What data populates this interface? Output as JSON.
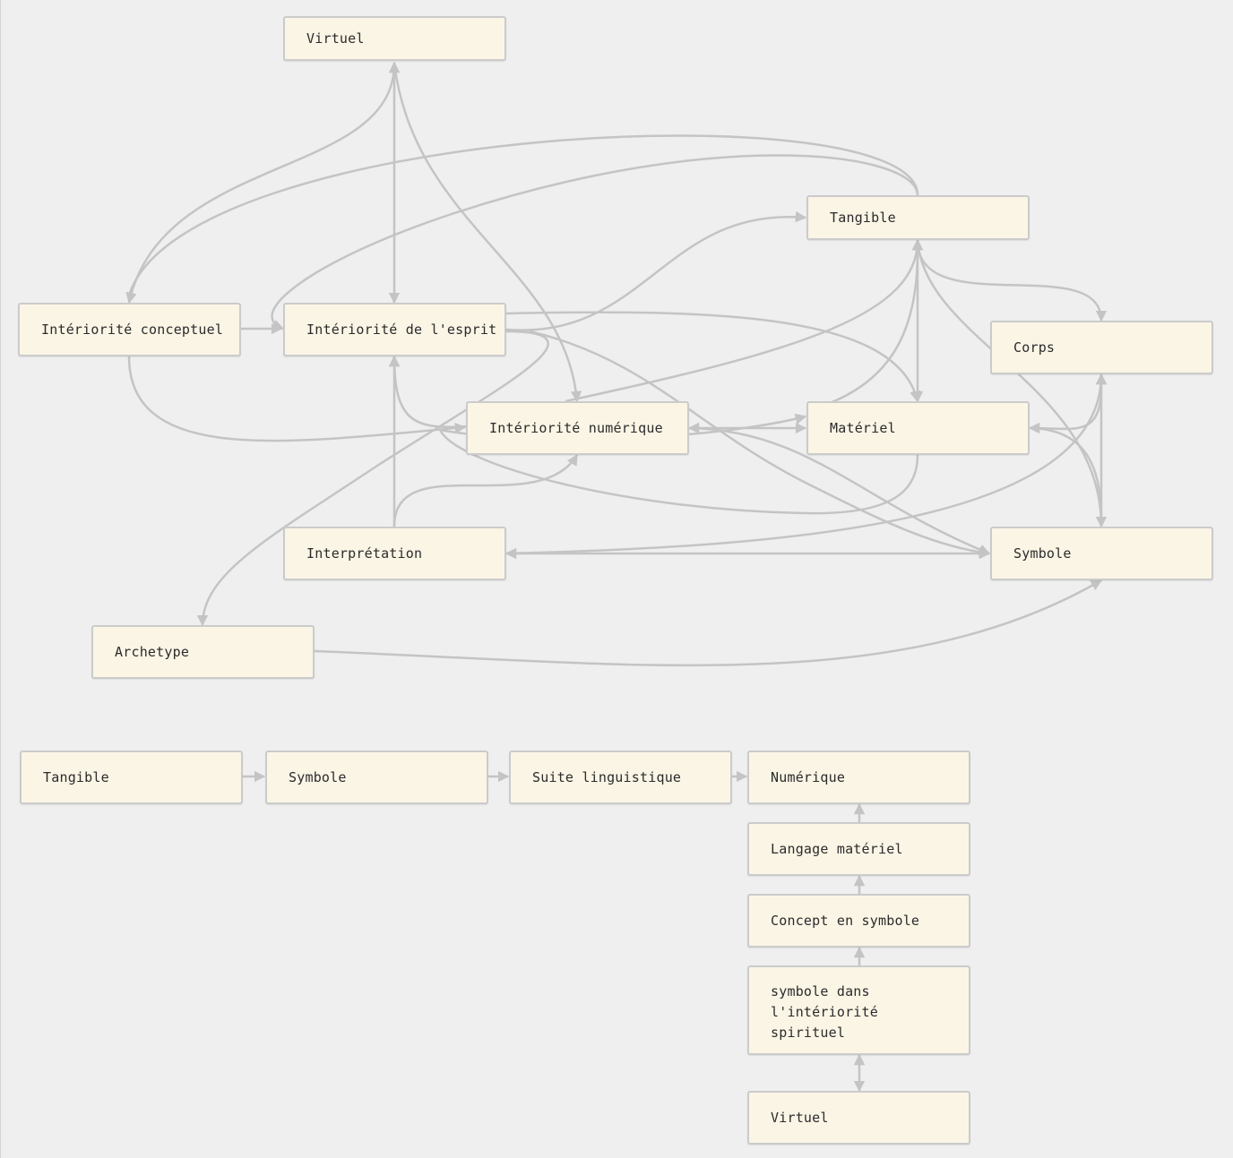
{
  "diagram": {
    "colors": {
      "background": "#efefef",
      "node_fill": "#fbf5e6",
      "node_border": "#cbcbcb",
      "edge": "#c4c4c4",
      "text": "#2b2b2b"
    },
    "nodes": {
      "virtuel": {
        "label": "Virtuel"
      },
      "tangible": {
        "label": "Tangible"
      },
      "int_conceptuel": {
        "label": "Intériorité conceptuel"
      },
      "int_esprit": {
        "label": "Intériorité de l'esprit"
      },
      "corps": {
        "label": "Corps"
      },
      "int_numerique": {
        "label": "Intériorité numérique"
      },
      "materiel": {
        "label": "Matériel"
      },
      "interpretation": {
        "label": "Interprétation"
      },
      "symbole": {
        "label": "Symbole"
      },
      "archetype": {
        "label": "Archetype"
      },
      "tangible2": {
        "label": "Tangible"
      },
      "symbole2": {
        "label": "Symbole"
      },
      "suite_ling": {
        "label": "Suite linguistique"
      },
      "numerique": {
        "label": "Numérique"
      },
      "langage_mat": {
        "label": "Langage matériel"
      },
      "concept_sym": {
        "label": "Concept en symbole"
      },
      "sym_interiorite": {
        "label": "symbole dans l'intériorité spirituel"
      },
      "virtuel2": {
        "label": "Virtuel"
      }
    },
    "edges": [
      {
        "from": "virtuel",
        "to": "int_esprit",
        "arrows": "both"
      },
      {
        "from": "virtuel",
        "to": "int_conceptuel",
        "arrows": "both"
      },
      {
        "from": "virtuel",
        "to": "int_numerique",
        "arrows": "end"
      },
      {
        "from": "tangible",
        "to": "int_conceptuel",
        "arrows": "end"
      },
      {
        "from": "tangible",
        "to": "int_esprit",
        "arrows": "end"
      },
      {
        "from": "int_conceptuel",
        "to": "int_esprit",
        "arrows": "end"
      },
      {
        "from": "int_conceptuel",
        "to": "int_numerique",
        "arrows": "end"
      },
      {
        "from": "int_esprit",
        "to": "tangible",
        "arrows": "end"
      },
      {
        "from": "int_esprit",
        "to": "materiel",
        "arrows": "end"
      },
      {
        "from": "int_esprit",
        "to": "archetype",
        "arrows": "end"
      },
      {
        "from": "int_esprit",
        "to": "symbole",
        "arrows": "end"
      },
      {
        "from": "int_numerique",
        "to": "int_esprit",
        "arrows": "end"
      },
      {
        "from": "int_numerique",
        "to": "tangible",
        "arrows": "end"
      },
      {
        "from": "int_numerique",
        "to": "materiel",
        "arrows": "both"
      },
      {
        "from": "int_numerique",
        "to": "symbole",
        "arrows": "end"
      },
      {
        "from": "tangible",
        "to": "materiel",
        "arrows": "both"
      },
      {
        "from": "tangible",
        "to": "corps",
        "arrows": "end"
      },
      {
        "from": "tangible",
        "to": "symbole",
        "arrows": "end"
      },
      {
        "from": "materiel",
        "to": "int_numerique",
        "arrows": "end"
      },
      {
        "from": "materiel",
        "to": "tangible",
        "arrows": "end"
      },
      {
        "from": "corps",
        "to": "symbole",
        "arrows": "both"
      },
      {
        "from": "corps",
        "to": "materiel",
        "arrows": "end"
      },
      {
        "from": "interpretation",
        "to": "int_esprit",
        "arrows": "end"
      },
      {
        "from": "interpretation",
        "to": "int_numerique",
        "arrows": "end"
      },
      {
        "from": "interpretation",
        "to": "symbole",
        "arrows": "both"
      },
      {
        "from": "interpretation",
        "to": "corps",
        "arrows": "end"
      },
      {
        "from": "archetype",
        "to": "symbole",
        "arrows": "end"
      },
      {
        "from": "tangible2",
        "to": "symbole2",
        "arrows": "end"
      },
      {
        "from": "symbole2",
        "to": "suite_ling",
        "arrows": "end"
      },
      {
        "from": "suite_ling",
        "to": "numerique",
        "arrows": "end"
      },
      {
        "from": "langage_mat",
        "to": "numerique",
        "arrows": "end"
      },
      {
        "from": "concept_sym",
        "to": "langage_mat",
        "arrows": "end"
      },
      {
        "from": "sym_interiorite",
        "to": "concept_sym",
        "arrows": "end"
      },
      {
        "from": "virtuel2",
        "to": "sym_interiorite",
        "arrows": "both"
      }
    ]
  }
}
